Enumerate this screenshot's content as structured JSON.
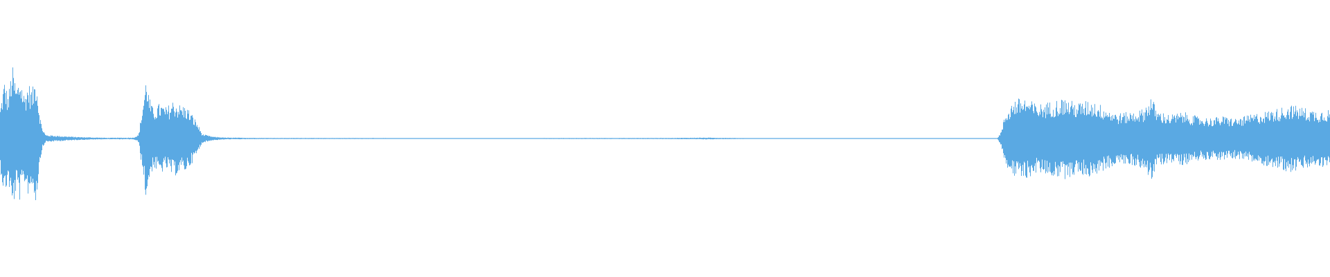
{
  "waveform": {
    "color": "#5aa9e3",
    "background": "#ffffff",
    "amplitude_envelope": [
      [
        0.0,
        0.42
      ],
      [
        0.003,
        0.8
      ],
      [
        0.006,
        0.58
      ],
      [
        0.009,
        1.0
      ],
      [
        0.012,
        0.7
      ],
      [
        0.015,
        0.86
      ],
      [
        0.018,
        0.6
      ],
      [
        0.021,
        0.76
      ],
      [
        0.024,
        0.66
      ],
      [
        0.027,
        0.88
      ],
      [
        0.029,
        0.45
      ],
      [
        0.031,
        0.18
      ],
      [
        0.034,
        0.05
      ],
      [
        0.045,
        0.035
      ],
      [
        0.06,
        0.02
      ],
      [
        0.08,
        0.01
      ],
      [
        0.1,
        0.012
      ],
      [
        0.104,
        0.05
      ],
      [
        0.107,
        0.45
      ],
      [
        0.11,
        0.88
      ],
      [
        0.112,
        0.56
      ],
      [
        0.115,
        0.4
      ],
      [
        0.12,
        0.48
      ],
      [
        0.125,
        0.42
      ],
      [
        0.13,
        0.52
      ],
      [
        0.135,
        0.46
      ],
      [
        0.14,
        0.44
      ],
      [
        0.144,
        0.34
      ],
      [
        0.148,
        0.22
      ],
      [
        0.152,
        0.06
      ],
      [
        0.16,
        0.025
      ],
      [
        0.17,
        0.012
      ],
      [
        0.2,
        0.008
      ],
      [
        0.3,
        0.006
      ],
      [
        0.4,
        0.006
      ],
      [
        0.5,
        0.008
      ],
      [
        0.53,
        0.012
      ],
      [
        0.56,
        0.006
      ],
      [
        0.7,
        0.006
      ],
      [
        0.75,
        0.006
      ],
      [
        0.753,
        0.1
      ],
      [
        0.756,
        0.34
      ],
      [
        0.762,
        0.52
      ],
      [
        0.77,
        0.56
      ],
      [
        0.78,
        0.46
      ],
      [
        0.79,
        0.5
      ],
      [
        0.8,
        0.55
      ],
      [
        0.81,
        0.48
      ],
      [
        0.82,
        0.52
      ],
      [
        0.83,
        0.44
      ],
      [
        0.84,
        0.34
      ],
      [
        0.85,
        0.36
      ],
      [
        0.86,
        0.4
      ],
      [
        0.866,
        0.58
      ],
      [
        0.87,
        0.38
      ],
      [
        0.88,
        0.32
      ],
      [
        0.89,
        0.36
      ],
      [
        0.9,
        0.3
      ],
      [
        0.91,
        0.28
      ],
      [
        0.92,
        0.3
      ],
      [
        0.93,
        0.27
      ],
      [
        0.94,
        0.32
      ],
      [
        0.95,
        0.36
      ],
      [
        0.96,
        0.4
      ],
      [
        0.97,
        0.46
      ],
      [
        0.98,
        0.42
      ],
      [
        0.99,
        0.38
      ],
      [
        1.0,
        0.4
      ]
    ]
  }
}
